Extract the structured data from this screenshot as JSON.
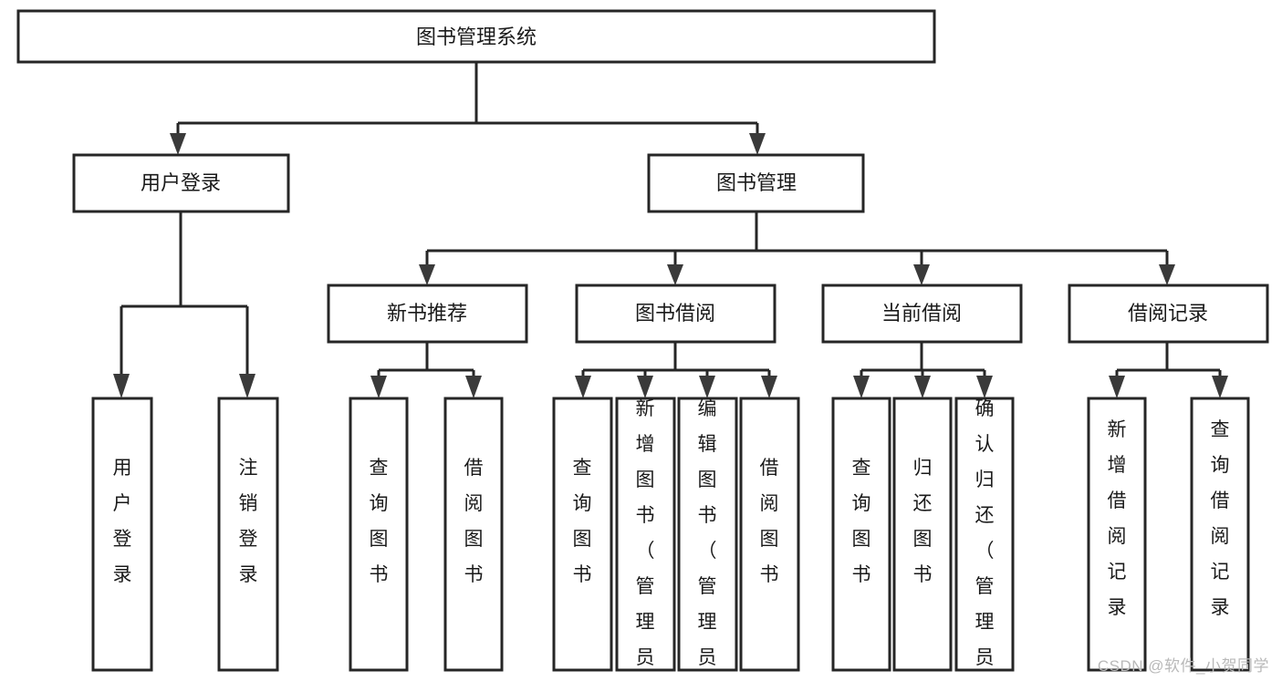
{
  "diagram": {
    "title": "图书管理系统",
    "type": "tree",
    "watermark": "CSDN @软件_小贺同学",
    "style": {
      "box_fill": "#ffffff",
      "box_stroke": "#262626",
      "line_color": "#262626",
      "text_color": "#1a1a1a",
      "background": "#ffffff",
      "watermark_color": "#b9b9b9"
    },
    "root": {
      "label": "图书管理系统",
      "orientation": "horizontal"
    },
    "level2": [
      {
        "label": "用户登录",
        "orientation": "horizontal"
      },
      {
        "label": "图书管理",
        "orientation": "horizontal"
      }
    ],
    "level3": [
      {
        "label": "新书推荐",
        "orientation": "horizontal"
      },
      {
        "label": "图书借阅",
        "orientation": "horizontal"
      },
      {
        "label": "当前借阅",
        "orientation": "horizontal"
      },
      {
        "label": "借阅记录",
        "orientation": "horizontal"
      }
    ],
    "leaves": {
      "user_login": [
        {
          "label": "用户登录",
          "orientation": "vertical"
        },
        {
          "label": "注销登录",
          "orientation": "vertical"
        }
      ],
      "new_book_recommend": [
        {
          "label": "查询图书",
          "orientation": "vertical"
        },
        {
          "label": "借阅图书",
          "orientation": "vertical"
        }
      ],
      "book_borrow": [
        {
          "label": "查询图书",
          "orientation": "vertical"
        },
        {
          "label": "新增图书（管理员）",
          "orientation": "vertical"
        },
        {
          "label": "编辑图书（管理员）",
          "orientation": "vertical"
        },
        {
          "label": "借阅图书",
          "orientation": "vertical"
        }
      ],
      "current_borrow": [
        {
          "label": "查询图书",
          "orientation": "vertical"
        },
        {
          "label": "归还图书",
          "orientation": "vertical"
        },
        {
          "label": "确认归还（管理员）",
          "orientation": "vertical"
        }
      ],
      "borrow_record": [
        {
          "label": "新增借阅记录",
          "orientation": "vertical"
        },
        {
          "label": "查询借阅记录",
          "orientation": "vertical"
        }
      ]
    }
  }
}
